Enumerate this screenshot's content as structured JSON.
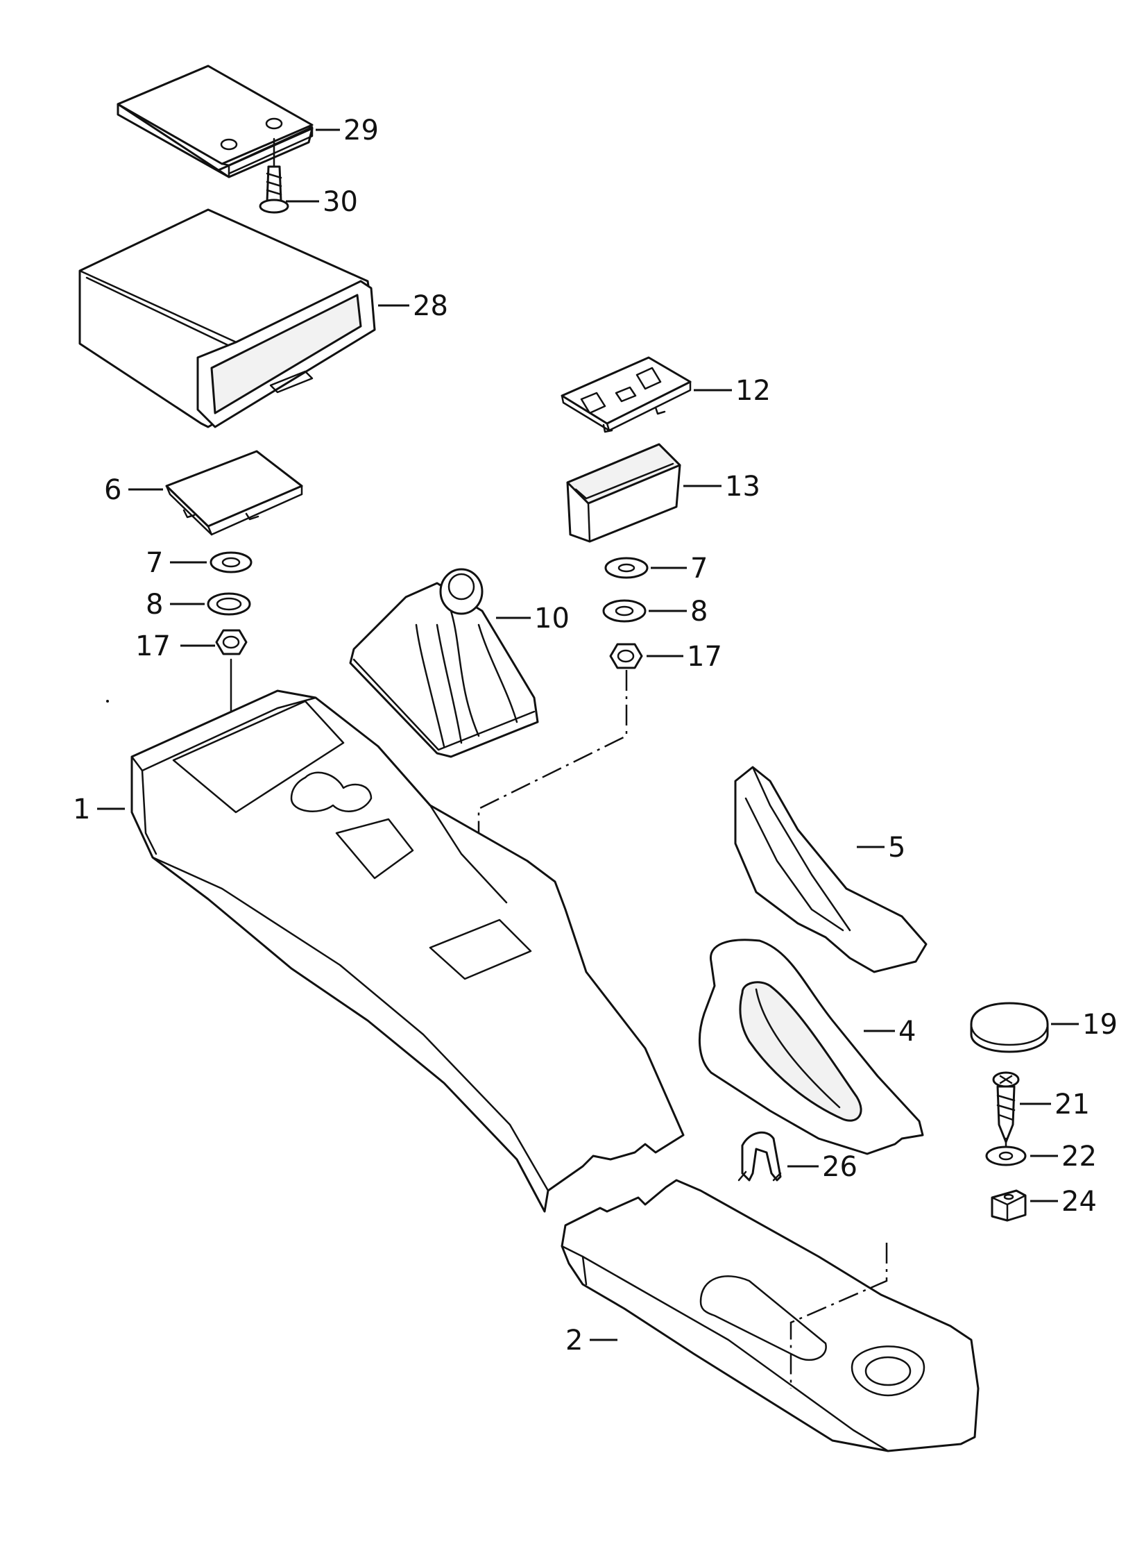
{
  "callouts": {
    "c1": "1",
    "c2": "2",
    "c4": "4",
    "c5": "5",
    "c6": "6",
    "c7_left": "7",
    "c7_right": "7",
    "c8_left": "8",
    "c8_right": "8",
    "c10": "10",
    "c12": "12",
    "c13": "13",
    "c17_left": "17",
    "c17_right": "17",
    "c19": "19",
    "c21": "21",
    "c22": "22",
    "c24": "24",
    "c26": "26",
    "c28": "28",
    "c29": "29",
    "c30": "30"
  }
}
